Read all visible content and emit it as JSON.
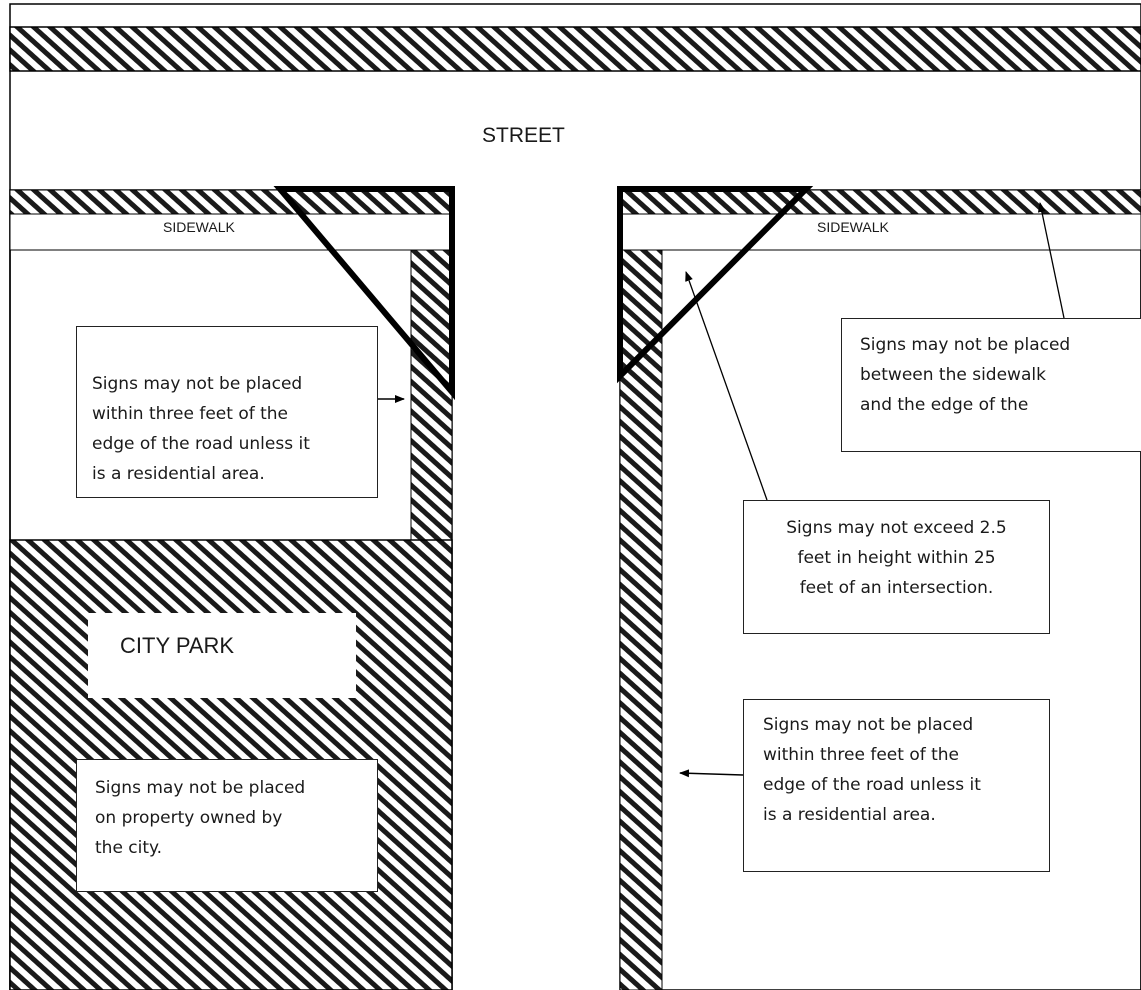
{
  "labels": {
    "street": "STREET",
    "sidewalk_left": "SIDEWALK",
    "sidewalk_right": "SIDEWALK",
    "city_park": "CITY PARK"
  },
  "notes": {
    "left_road_edge": [
      "Signs may not be placed",
      "within three feet of the",
      "edge of the road unless it",
      "is a residential area."
    ],
    "city_property": [
      "Signs may not be placed",
      "on property owned by",
      "the city."
    ],
    "sidewalk_edge": [
      "Signs may not be placed",
      "between the sidewalk",
      "and the edge of the"
    ],
    "intersection_height": [
      "Signs may not exceed 2.5",
      "feet in height within 25",
      "feet of an intersection."
    ],
    "right_road_edge": [
      "Signs may not be placed",
      "within three feet of the",
      "edge of the road unless it",
      "is a residential area."
    ]
  },
  "colors": {
    "hatch": "#1a1a1a",
    "line": "#000000",
    "background": "#ffffff"
  }
}
